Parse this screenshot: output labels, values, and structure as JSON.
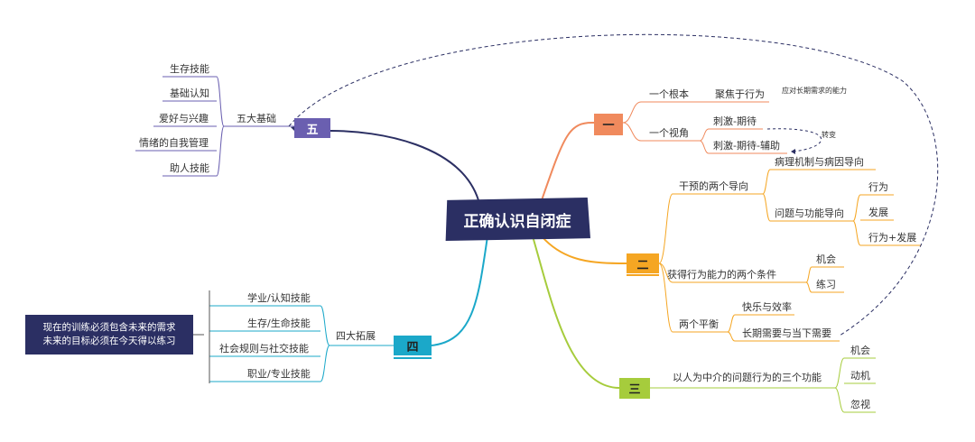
{
  "center": "正确认识自闭症",
  "branches": {
    "one": {
      "num": "一",
      "root_label": "一个根本",
      "root_value": "聚焦于行为",
      "view_label": "一个视角",
      "view_a": "刺激-期待",
      "view_b": "刺激-期待-辅助",
      "transition": "转变",
      "long_term": "应对长期需求的能力"
    },
    "two": {
      "num": "二",
      "orient_label": "干预的两个导向",
      "orient_a": "病理机制与病因导向",
      "orient_b": "问题与功能导向",
      "orient_b_items": [
        "行为",
        "发展",
        "行为+发展"
      ],
      "cond_label": "获得行为能力的两个条件",
      "cond_items": [
        "机会",
        "练习"
      ],
      "balance_label": "两个平衡",
      "balance_items": [
        "快乐与效率",
        "长期需要与当下需要"
      ]
    },
    "three": {
      "num": "三",
      "label": "以人为中介的问题行为的三个功能",
      "items": [
        "机会",
        "动机",
        "忽视"
      ]
    },
    "four": {
      "num": "四",
      "label": "四大拓展",
      "items": [
        "学业/认知技能",
        "生存/生命技能",
        "社会规则与社交技能",
        "职业/专业技能"
      ],
      "note_lines": [
        "现在的训练必须包含未来的需求",
        "未来的目标必须在今天得以练习"
      ]
    },
    "five": {
      "num": "五",
      "label": "五大基础",
      "items": [
        "生存技能",
        "基础认知",
        "爱好与兴趣",
        "情绪的自我管理",
        "助人技能"
      ]
    }
  },
  "colors": {
    "center_bg": "#2b2f63",
    "one": "#f08a5d",
    "two": "#f5a623",
    "three": "#a6cc3c",
    "four": "#1ba8c9",
    "five": "#6a5fb0"
  }
}
